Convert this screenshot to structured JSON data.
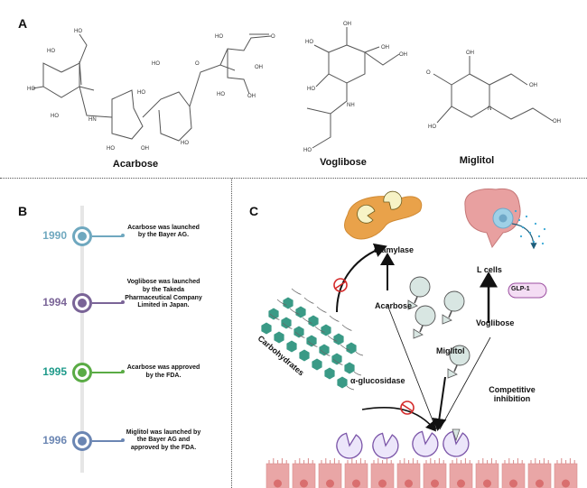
{
  "panels": {
    "a": {
      "letter": "A",
      "molecules": [
        {
          "name": "Acarbose"
        },
        {
          "name": "Voglibose"
        },
        {
          "name": "Miglitol"
        }
      ],
      "atom_labels": {
        "ho": "HO",
        "oh": "OH",
        "o": "O",
        "hn": "HN",
        "nh": "NH",
        "n": "N",
        "h": "H"
      }
    },
    "b": {
      "letter": "B",
      "timeline": [
        {
          "year": "1990",
          "text": "Acarbose was launched by the Bayer AG.",
          "color": "#6fa8bf"
        },
        {
          "year": "1994",
          "text": "Voglibose was launched  by the Takeda Pharmaceutical Company Limited  in Japan.",
          "color": "#7a6497"
        },
        {
          "year": "1995",
          "text": "Acarbose was approved by the FDA.",
          "color": "#5aab45",
          "year_color": "#1e9a8a"
        },
        {
          "year": "1996",
          "text": "Miglitol was launched by the Bayer AG and approved by the FDA.",
          "color": "#6b86b3"
        }
      ]
    },
    "c": {
      "letter": "C",
      "labels": {
        "amylase": "α-amylase",
        "lcells": "L cells",
        "glp1": "GLP-1",
        "acarbose": "Acarbose",
        "voglibose": "Voglibose",
        "miglitol": "Miglitol",
        "carbohydrates": "Carbohydrates",
        "glucosidase": "α-glucosidase",
        "competitive": "Competitive inhibition"
      },
      "colors": {
        "sugar": "#3a9a86",
        "enzyme_fill": "#ece6fa",
        "enzyme_stroke": "#7b55a8",
        "cell": "#e9a6a6",
        "nucleus": "#d96f6f",
        "inhibitor": "#d8e6e2",
        "block": "#d42a2a",
        "pancreas": "#e9a24a",
        "intestine": "#e8a0a0"
      }
    }
  }
}
